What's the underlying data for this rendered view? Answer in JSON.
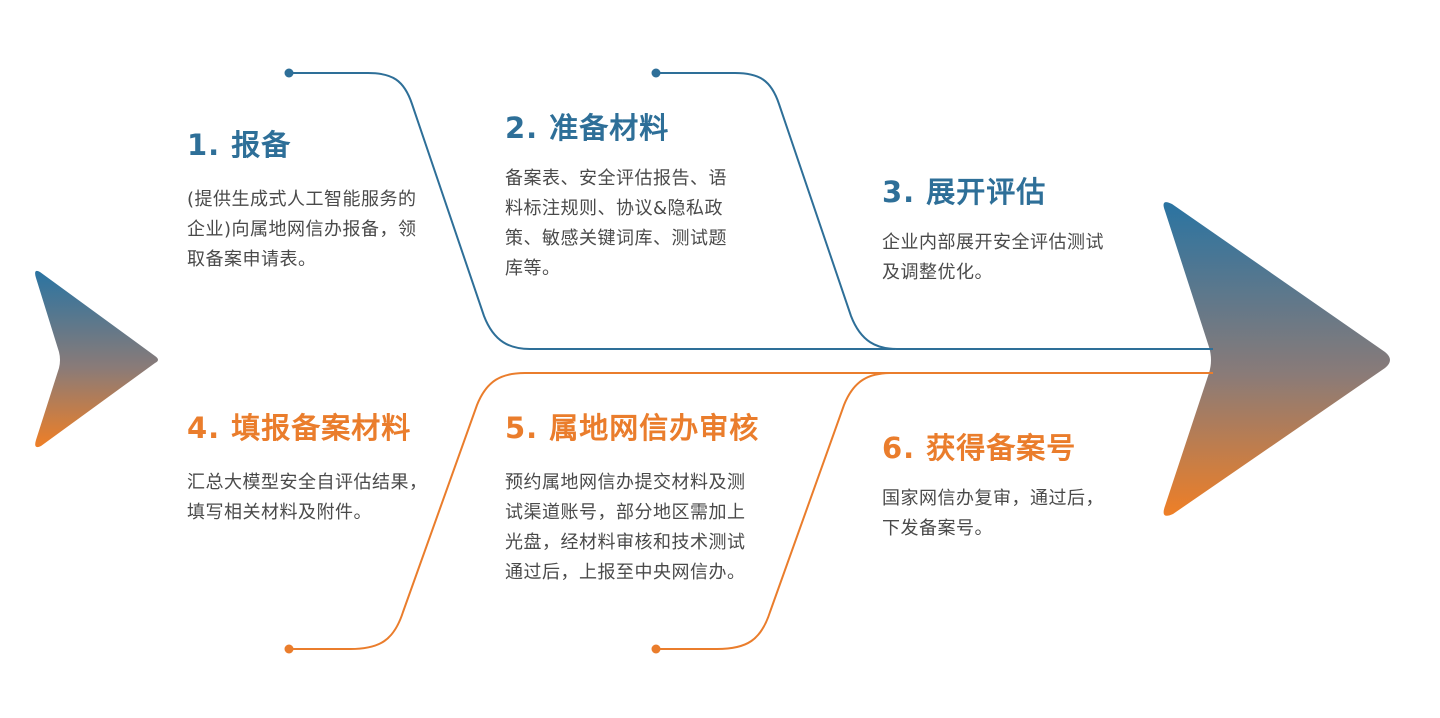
{
  "colors": {
    "blue": "#2e6f98",
    "orange": "#ea7d2c",
    "text": "#4a4a4a"
  },
  "steps": [
    {
      "title": "1. 报备",
      "desc": "(提供生成式人工智能服务的\n企业)向属地网信办报备，领\n取备案申请表。"
    },
    {
      "title": "2. 准备材料",
      "desc": "备案表、安全评估报告、语\n料标注规则、协议&隐私政\n策、敏感关键词库、测试题\n库等。"
    },
    {
      "title": "3. 展开评估",
      "desc": "企业内部展开安全评估测试\n及调整优化。"
    },
    {
      "title": "4. 填报备案材料",
      "desc": "汇总大模型安全自评估结果，\n填写相关材料及附件。"
    },
    {
      "title": "5. 属地网信办审核",
      "desc": "预约属地网信办提交材料及测\n试渠道账号，部分地区需加上\n光盘，经材料审核和技术测试\n通过后，上报至中央网信办。"
    },
    {
      "title": "6. 获得备案号",
      "desc": "国家网信办复审，通过后，\n下发备案号。"
    }
  ]
}
